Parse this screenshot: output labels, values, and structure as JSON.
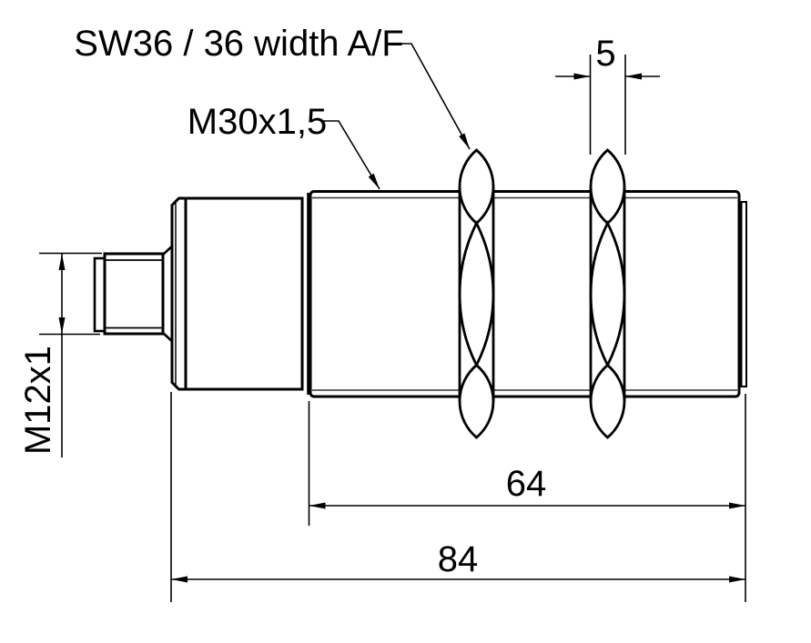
{
  "drawing": {
    "title": "cylindrical-sensor-dimension-drawing",
    "labels": {
      "wrench_flats": "SW36 / 36 width A/F",
      "barrel_thread": "M30x1,5",
      "connector_thread": "M12x1"
    },
    "dimensions": {
      "nut_thickness": "5",
      "barrel_length": "64",
      "overall_length": "84"
    },
    "colors": {
      "line": "#000000",
      "thread_line": "#333333",
      "background": "#ffffff"
    }
  }
}
